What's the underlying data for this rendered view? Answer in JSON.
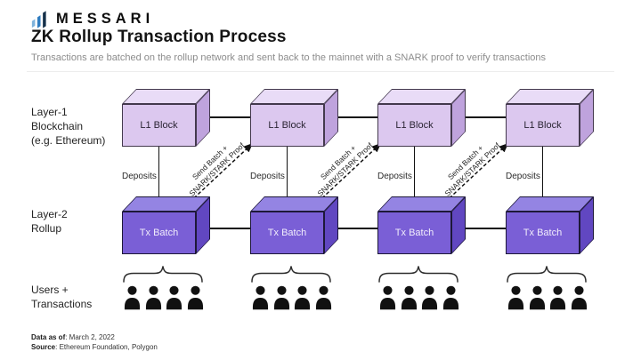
{
  "header": {
    "brand": "MESSARI",
    "title": "ZK Rollup Transaction Process",
    "subtitle": "Transactions are batched on the rollup network and sent back to the mainnet with a SNARK proof to verify transactions"
  },
  "diagram": {
    "row_labels": {
      "layer1": "Layer-1\nBlockchain\n(e.g. Ethereum)",
      "layer2": "Layer-2\nRollup",
      "users": "Users +\nTransactions"
    },
    "l1_label": "L1 Block",
    "tx_label": "Tx Batch",
    "deposits_label": "Deposits",
    "send_batch_line1": "Send Batch +",
    "send_batch_line2": "SNARK/STARK Proof",
    "columns": 4,
    "users_per_group": 4,
    "colors": {
      "brand_blue_light": "#7fb3dc",
      "brand_blue": "#2f7cc0",
      "brand_navy": "#15304a",
      "l1_front": "#dcc8ef",
      "l1_top": "#e9dcf7",
      "l1_side": "#bfa3dd",
      "l1_border": "#43394d",
      "tx_front": "#7a5fd6",
      "tx_top": "#9484e3",
      "tx_side": "#6147c1",
      "tx_border": "#1d1838",
      "line": "#111111"
    }
  },
  "footer": {
    "data_as_of_label": "Data as of",
    "data_as_of_rest": ": March 2, 2022",
    "source_label": "Source",
    "source_rest": ": Ethereum Foundation, Polygon"
  }
}
